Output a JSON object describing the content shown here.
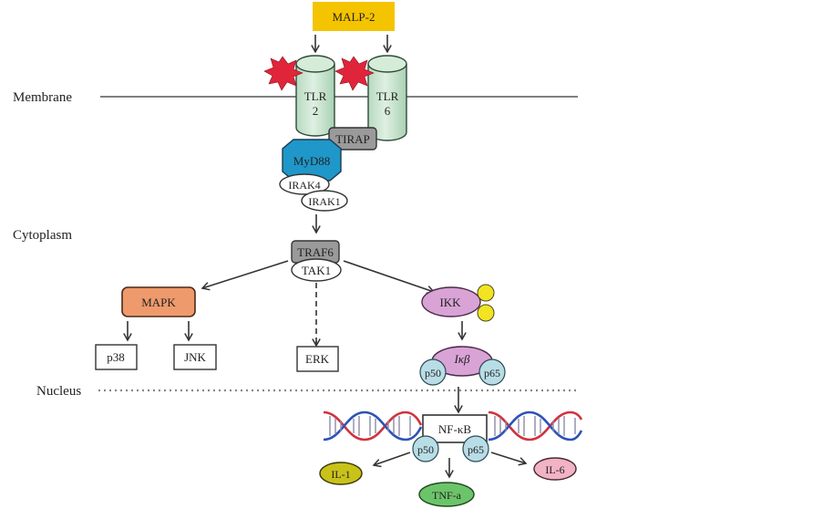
{
  "regions": {
    "membrane": "Membrane",
    "cytoplasm": "Cytoplasm",
    "nucleus": "Nucleus"
  },
  "ligand": {
    "label": "MALP-2",
    "color": "#f5c400"
  },
  "receptors": [
    {
      "line1": "TLR",
      "line2": "2"
    },
    {
      "line1": "TLR",
      "line2": "6"
    }
  ],
  "adaptors": {
    "tirap": "TIRAP",
    "myd88": "MyD88",
    "irak4": "IRAK4",
    "irak1": "IRAK1",
    "traf6": "TRAF6",
    "tak1": "TAK1"
  },
  "mapk": {
    "label": "MAPK",
    "color": "#ef9a6c",
    "children": [
      "p38",
      "JNK"
    ]
  },
  "erk": {
    "label": "ERK"
  },
  "ikk": {
    "label": "IKK",
    "color": "#d9a3d6"
  },
  "ikb": {
    "label": "Iκβ",
    "subunits": [
      "p50",
      "p65"
    ]
  },
  "nfkb": {
    "label": "NF-κB",
    "subunits": [
      "p50",
      "p65"
    ]
  },
  "cytokines": [
    {
      "label": "IL-1",
      "color": "#c9c21a"
    },
    {
      "label": "TNF-a",
      "color": "#6cc46a"
    },
    {
      "label": "IL-6",
      "color": "#f2b3c4"
    }
  ],
  "colors": {
    "receptor": "#cfe8d4",
    "adaptor_gray": "#999999",
    "myd88": "#1f97c9",
    "subunit": "#b9dde6",
    "burst": "#e0253a"
  }
}
